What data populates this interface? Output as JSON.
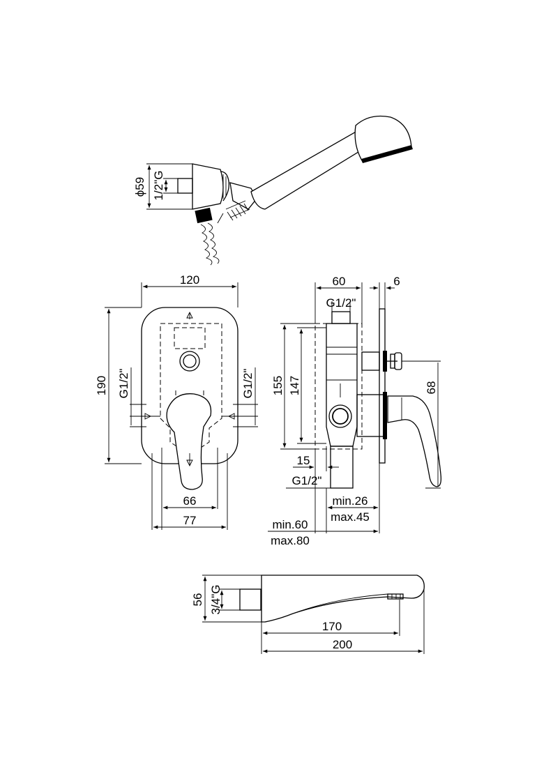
{
  "hand_shower": {
    "dims": {
      "diameter": "ϕ59",
      "thread": "1/2\"G"
    }
  },
  "mixer_front": {
    "dims": {
      "width": "120",
      "height": "190",
      "inlet_left": "G1/2\"",
      "inlet_right": "G1/2\"",
      "body_inner": "66",
      "body_outer": "77"
    }
  },
  "mixer_side": {
    "dims": {
      "depth": "60",
      "plate": "6",
      "top_outlet": "G1/2\"",
      "height_outer": "155",
      "height_inner": "147",
      "lever_offset": "68",
      "offset_15": "15",
      "bottom_outlet": "G1/2\"",
      "min_26": "min.26",
      "max_45": "max.45",
      "min_60": "min.60",
      "max_80": "max.80"
    }
  },
  "spout": {
    "dims": {
      "height": "56",
      "thread": "3/4\"G",
      "reach": "170",
      "length": "200"
    }
  }
}
